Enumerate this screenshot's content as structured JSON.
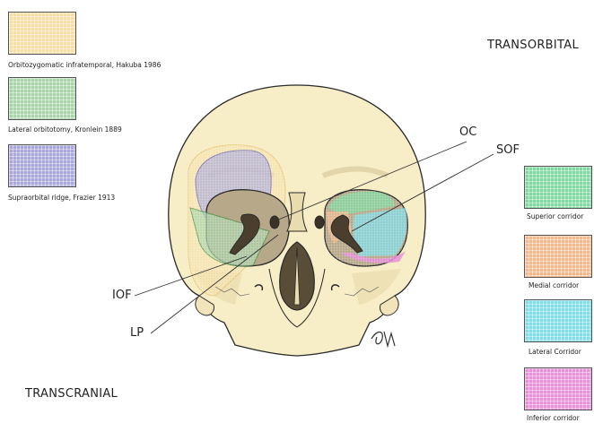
{
  "colors": {
    "orbitozygomatic": "#f6dfa3",
    "lateral_orbitotomy": "#a9d4a8",
    "supraorbital": "#a7a7dc",
    "superior_corridor": "#7fd9a0",
    "medial_corridor": "#f3b98c",
    "lateral_corridor": "#7fdde8",
    "inferior_corridor": "#e88fd9",
    "skull": "#f7edc7",
    "outline": "#2a2a2a"
  },
  "headings": {
    "transorbital": "TRANSORBITAL",
    "transcranial": "TRANSCRANIAL"
  },
  "left_legend": [
    {
      "label": "Orbitozygomatic infratemporal, Hakuba 1986",
      "color_key": "orbitozygomatic"
    },
    {
      "label": "Lateral orbitotomy, Kronlein 1889",
      "color_key": "lateral_orbitotomy"
    },
    {
      "label": "Supraorbital ridge, Frazier 1913",
      "color_key": "supraorbital"
    }
  ],
  "right_legend": [
    {
      "label": "Superior corridor",
      "color_key": "superior_corridor"
    },
    {
      "label": "Medial corridor",
      "color_key": "medial_corridor"
    },
    {
      "label": "Lateral Corridor",
      "color_key": "lateral_corridor"
    },
    {
      "label": "Inferior corridor",
      "color_key": "inferior_corridor"
    }
  ],
  "callouts": {
    "oc": "OC",
    "sof": "SOF",
    "iof": "IOF",
    "lp": "LP"
  },
  "signature": "GM"
}
